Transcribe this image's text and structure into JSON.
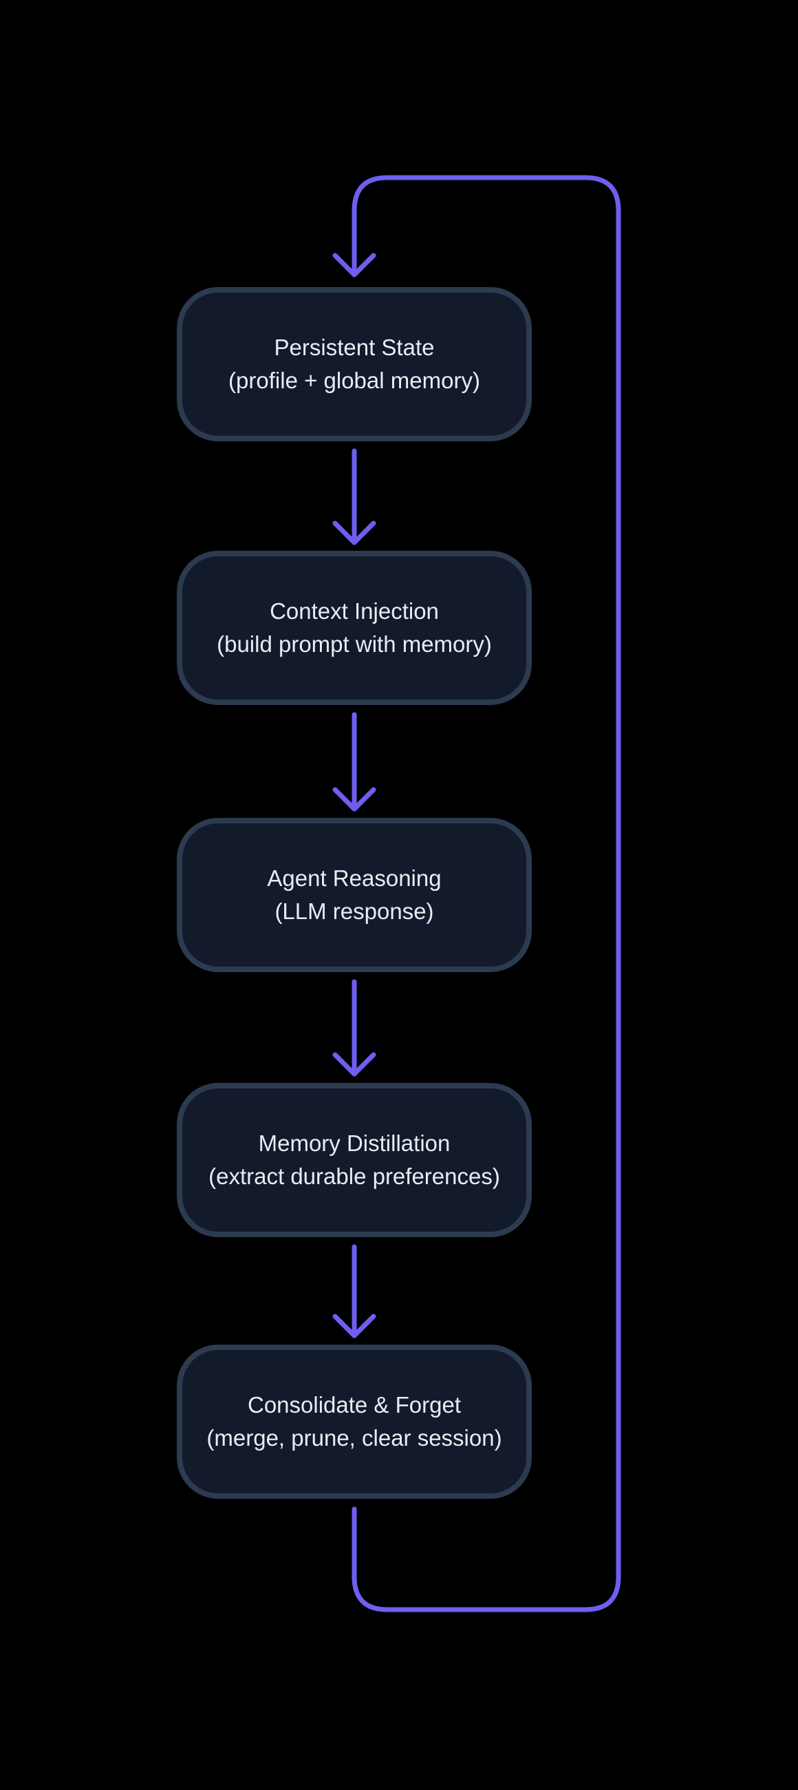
{
  "theme": {
    "background": "#000000",
    "accent": "#6e5ff0",
    "node_fill": "#121a2b",
    "node_border": "#2d3b50",
    "text_color": "#e9ecf2"
  },
  "nodes": [
    {
      "id": "persistent-state",
      "title": "Persistent State",
      "subtitle": "(profile + global memory)"
    },
    {
      "id": "context-injection",
      "title": "Context Injection",
      "subtitle": "(build prompt with memory)"
    },
    {
      "id": "agent-reasoning",
      "title": "Agent Reasoning",
      "subtitle": "(LLM response)"
    },
    {
      "id": "memory-distillation",
      "title": "Memory Distillation",
      "subtitle": "(extract durable preferences)"
    },
    {
      "id": "consolidate-forget",
      "title": "Consolidate & Forget",
      "subtitle": "(merge, prune, clear session)"
    }
  ],
  "edges": [
    {
      "from": "persistent-state",
      "to": "context-injection"
    },
    {
      "from": "context-injection",
      "to": "agent-reasoning"
    },
    {
      "from": "agent-reasoning",
      "to": "memory-distillation"
    },
    {
      "from": "memory-distillation",
      "to": "consolidate-forget"
    },
    {
      "from": "consolidate-forget",
      "to": "persistent-state",
      "type": "feedback-loop"
    }
  ]
}
